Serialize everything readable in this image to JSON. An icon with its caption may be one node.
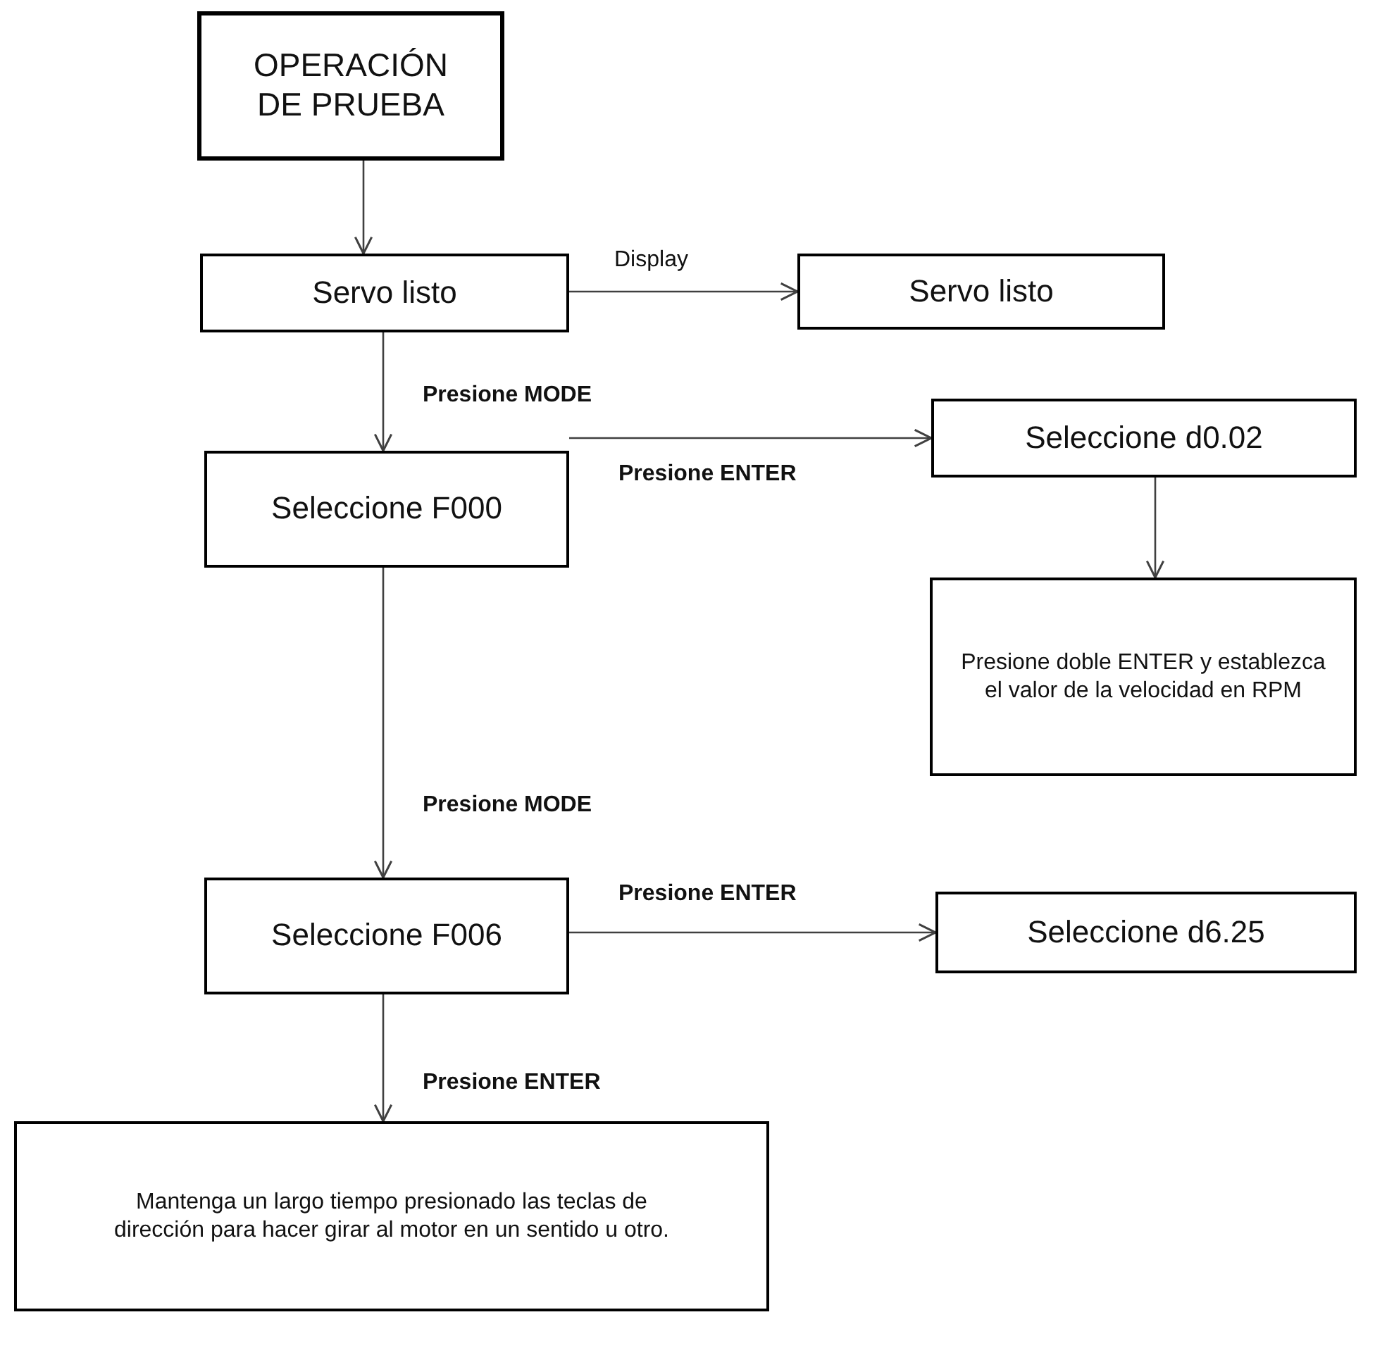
{
  "diagram": {
    "nodes": [
      {
        "text": [
          "OPERACIÓN DE PRUEBA"
        ]
      },
      {
        "text": [
          "Servo listo"
        ]
      },
      {
        "text": [
          "Servo listo"
        ]
      },
      {
        "text": [
          "Seleccione F000"
        ]
      },
      {
        "text": [
          "Seleccione d0.02"
        ]
      },
      {
        "text": [
          "Presione doble ENTER y establezca el valor de la velocidad en RPM"
        ]
      },
      {
        "text": [
          "Seleccione F006"
        ]
      },
      {
        "text": [
          "Seleccione d6.25"
        ]
      },
      {
        "text": [
          "Mantenga un largo tiempo presionado las teclas de dirección para hacer girar al motor en un sentido u otro."
        ]
      }
    ],
    "edges": [
      {
        "from": 0,
        "to": 1,
        "arrow": "to"
      },
      {
        "from": 1,
        "to": 2,
        "label": "Display",
        "arrow": "to"
      },
      {
        "from": 1,
        "to": 3,
        "label": "Presione MODE",
        "arrow": "to"
      },
      {
        "from": 3,
        "to": 4,
        "label": "Presione ENTER",
        "arrow": "to"
      },
      {
        "from": 4,
        "to": 5,
        "arrow": "to"
      },
      {
        "from": 3,
        "to": 6,
        "label": "Presione MODE",
        "arrow": "to"
      },
      {
        "from": 6,
        "to": 7,
        "label": "Presione ENTER",
        "arrow": "to"
      },
      {
        "from": 6,
        "to": 8,
        "label": "Presione ENTER",
        "arrow": "to"
      }
    ]
  }
}
